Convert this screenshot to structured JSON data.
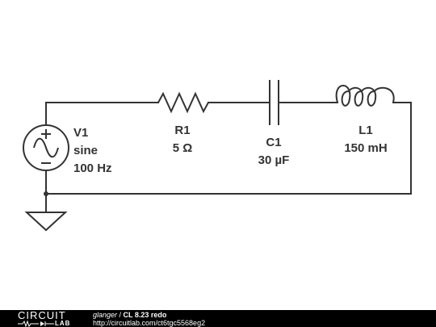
{
  "components": {
    "source": {
      "name": "V1",
      "type": "sine",
      "frequency": "100 Hz"
    },
    "resistor": {
      "name": "R1",
      "value": "5 Ω"
    },
    "capacitor": {
      "name": "C1",
      "value": "30 µF"
    },
    "inductor": {
      "name": "L1",
      "value": "150 mH"
    }
  },
  "footer": {
    "logo_top": "CIRCUIT",
    "logo_bottom": "LAB",
    "author": "glanger",
    "separator": " / ",
    "title": "CL 8.23 redo",
    "url": "http://circuitlab.com/ct6tgc5568eg2"
  }
}
